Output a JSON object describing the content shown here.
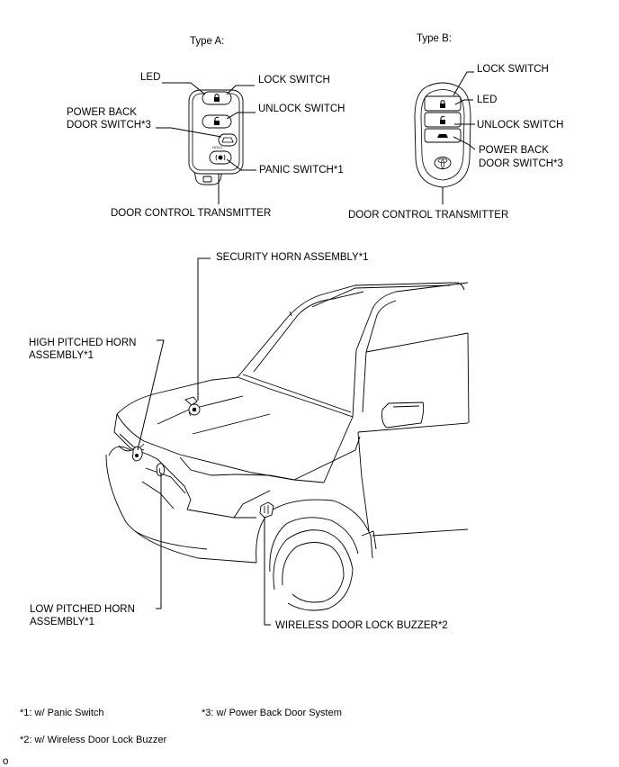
{
  "type_a": {
    "title": "Type A:",
    "led": "LED",
    "lock_switch": "LOCK SWITCH",
    "unlock_switch": "UNLOCK SWITCH",
    "power_back_line1": "POWER BACK",
    "power_back_line2": "DOOR SWITCH*3",
    "panic_switch": "PANIC SWITCH*1",
    "transmitter": "DOOR CONTROL TRANSMITTER",
    "hold_text": "HOLD"
  },
  "type_b": {
    "title": "Type B:",
    "lock_switch": "LOCK SWITCH",
    "led": "LED",
    "unlock_switch": "UNLOCK SWITCH",
    "power_back_line1": "POWER BACK",
    "power_back_line2": "DOOR SWITCH*3",
    "transmitter": "DOOR CONTROL TRANSMITTER"
  },
  "vehicle": {
    "security_horn": "SECURITY HORN ASSEMBLY*1",
    "high_horn_line1": "HIGH PITCHED HORN",
    "high_horn_line2": "ASSEMBLY*1",
    "low_horn_line1": "LOW PITCHED HORN",
    "low_horn_line2": "ASSEMBLY*1",
    "buzzer": "WIRELESS DOOR LOCK BUZZER*2"
  },
  "footnotes": {
    "note1": "*1: w/ Panic Switch",
    "note2": "*2: w/ Wireless Door Lock Buzzer",
    "note3": "*3: w/ Power Back Door System",
    "page_mark": "o"
  },
  "icons": [
    "lock-icon",
    "unlock-icon",
    "power-back-door-icon",
    "panic-icon",
    "toyota-logo-icon"
  ]
}
